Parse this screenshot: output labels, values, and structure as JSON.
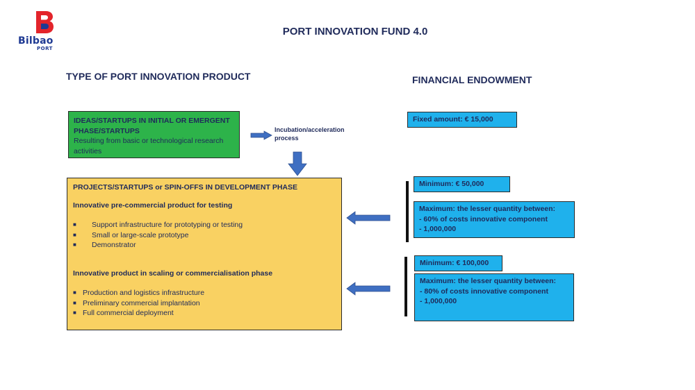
{
  "logo": {
    "name": "Bilbao",
    "sub": "PORT",
    "colors": {
      "b_red": "#e3242b",
      "text_blue": "#1f3a93"
    }
  },
  "title": "PORT INNOVATION FUND 4.0",
  "left_heading": "TYPE OF PORT INNOVATION PRODUCT",
  "right_heading": "FINANCIAL ENDOWMENT",
  "ideas_box": {
    "title": "IDEAS/STARTUPS IN INITIAL OR EMERGENT PHASE/STARTUPS",
    "desc": "Resulting from basic or technological research activities"
  },
  "incubation_label": {
    "line1": "Incubation/acceleration",
    "line2": "process"
  },
  "projects_box": {
    "title": "PROJECTS/STARTUPS or SPIN-OFFS IN DEVELOPMENT PHASE",
    "section1_title": "Innovative pre-commercial product for testing",
    "section1_items": [
      "Support infrastructure for prototyping or testing",
      "Small or large-scale prototype",
      "Demonstrator"
    ],
    "section2_title": "Innovative product in scaling or commercialisation phase",
    "section2_items": [
      "Production and logistics infrastructure",
      "Preliminary commercial implantation",
      "Full commercial deployment"
    ]
  },
  "endowment": {
    "fixed": "Fixed amount: € 15,000",
    "testing": {
      "minimum": "Minimum: € 50,000",
      "max_title": "Maximum: the lesser quantity between:",
      "max_line1": "- 60% of costs innovative component",
      "max_line2": "- 1,000,000"
    },
    "scaling": {
      "minimum": "Minimum: € 100,000",
      "max_title": "Maximum: the lesser quantity between:",
      "max_line1": "- 80% of costs innovative component",
      "max_line2": "- 1,000,000"
    }
  },
  "colors": {
    "green": "#2db34a",
    "yellow": "#f9d162",
    "blue": "#1fb1ec",
    "arrow": "#3f6fc2",
    "heading": "#1f2a5a"
  }
}
